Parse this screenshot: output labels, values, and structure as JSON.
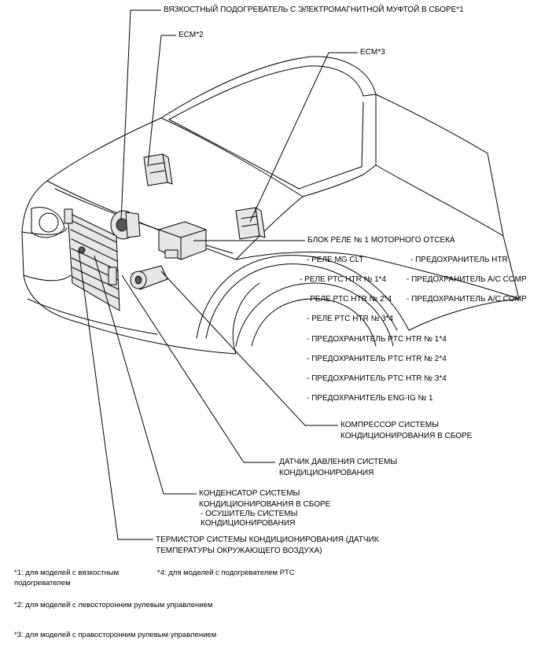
{
  "labels": {
    "viscous_heater": "ВЯЗКОСТНЫЙ ПОДОГРЕВАТЕЛЬ С ЭЛЕКТРОМАГНИТНОЙ МУФТОЙ В СБОРЕ*1",
    "ecm2": "ECM*2",
    "ecm3": "ECM*3",
    "relay_block": "БЛОК РЕЛЕ № 1 МОТОРНОГО ОТСЕКА",
    "relay_items": [
      "- РЕЛЕ MG CLT",
      "- ПРЕДОХРАНИТЕЛЬ HTR",
      "- РЕЛЕ PTC HTR № 1*4",
      "- ПРЕДОХРАНИТЕЛЬ A/C COMP",
      "- РЕЛЕ PTC HTR № 2*4",
      "- ПРЕДОХРАНИТЕЛЬ A/C COMP",
      "- РЕЛЕ PTC HTR № 3*4",
      "- ПРЕДОХРАНИТЕЛЬ PTC HTR № 1*4",
      "- ПРЕДОХРАНИТЕЛЬ PTC HTR № 2*4",
      "- ПРЕДОХРАНИТЕЛЬ PTC HTR № 3*4",
      "- ПРЕДОХРАНИТЕЛЬ ENG-IG № 1"
    ],
    "compressor": [
      "КОМПРЕССОР СИСТЕМЫ",
      "КОНДИЦИОНИРОВАНИЯ В СБОРЕ"
    ],
    "pressure_sensor": [
      "ДАТЧИК ДАВЛЕНИЯ СИСТЕМЫ",
      "КОНДИЦИОНИРОВАНИЯ"
    ],
    "condenser": [
      "КОНДЕНСАТОР СИСТЕМЫ",
      "КОНДИЦИОНИРОВАНИЯ В СБОРЕ",
      "- ОСУШИТЕЛЬ СИСТЕМЫ",
      "КОНДИЦИОНИРОВАНИЯ"
    ],
    "thermistor": [
      "ТЕРМИСТОР СИСТЕМЫ КОНДИЦИОНИРОВАНИЯ (ДАТЧИК",
      "ТЕМПЕРАТУРЫ ОКРУЖАЮЩЕГО ВОЗДУХА)"
    ]
  },
  "notes": {
    "n1": [
      "*1: для моделей с вязкостным",
      "подогревателем"
    ],
    "n4": "*4: для моделей с подогревателем PTC",
    "n2": "*2: для моделей с левосторонним рулевым управлением",
    "n3": "*3: для моделей с правосторонним рулевым управлением"
  }
}
